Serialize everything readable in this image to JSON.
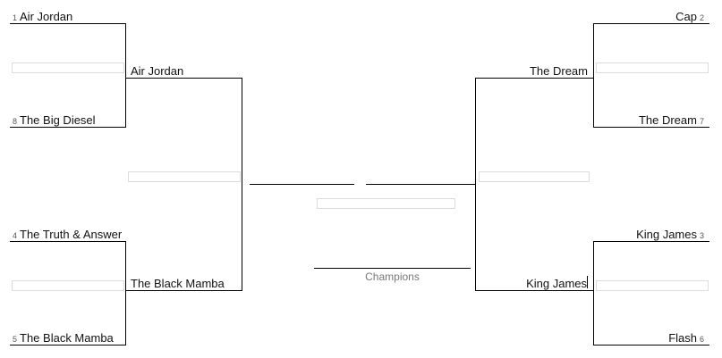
{
  "bracket": {
    "left": {
      "round1": [
        {
          "seed": "1",
          "name": "Air Jordan"
        },
        {
          "seed": "8",
          "name": "The Big Diesel"
        },
        {
          "seed": "4",
          "name": "The Truth & Answer"
        },
        {
          "seed": "5",
          "name": "The Black Mamba"
        }
      ],
      "round2": [
        "Air Jordan",
        "The Black Mamba"
      ]
    },
    "right": {
      "round1": [
        {
          "seed": "2",
          "name": "Cap"
        },
        {
          "seed": "7",
          "name": "The Dream"
        },
        {
          "seed": "3",
          "name": "King James"
        },
        {
          "seed": "6",
          "name": "Flash"
        }
      ],
      "round2": [
        "The Dream",
        "King James"
      ]
    },
    "champion_label": "Champions"
  }
}
